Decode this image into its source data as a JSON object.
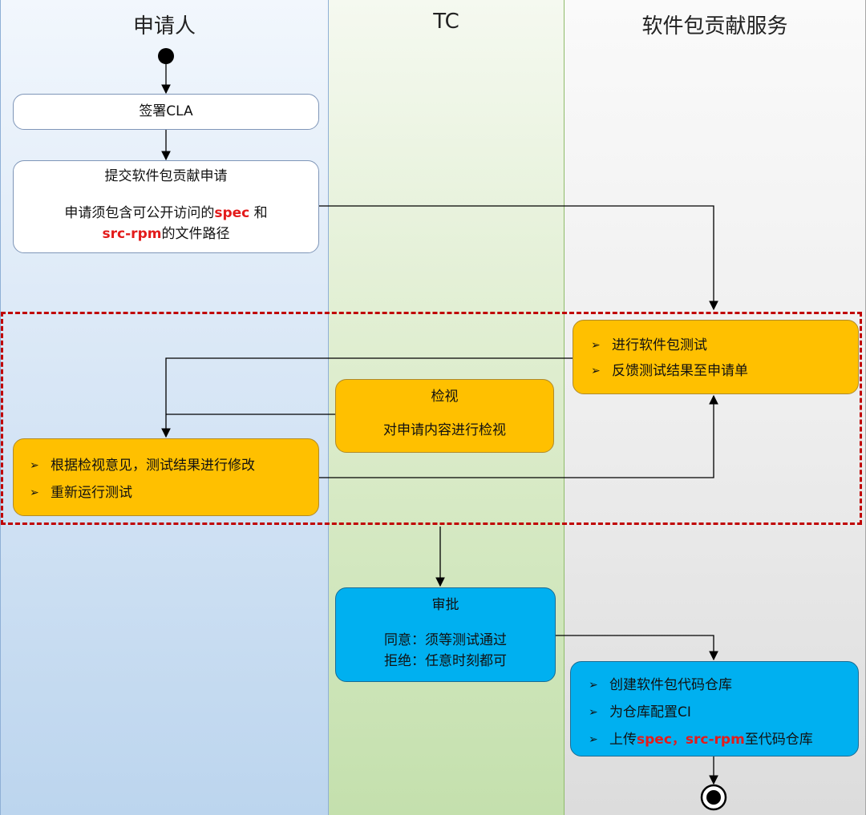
{
  "lanes": {
    "applicant": "申请人",
    "tc": "TC",
    "service": "软件包贡献服务"
  },
  "nodes": {
    "sign_cla": "签署CLA",
    "submit": {
      "title": "提交软件包贡献申请",
      "line1_pre": "申请须包含可公开访问的",
      "spec": "spec",
      "line1_post": " 和",
      "srcrpm": "src-rpm",
      "line2_post": "的文件路径"
    },
    "test": {
      "bullet": "➢",
      "items": [
        "进行软件包测试",
        "反馈测试结果至申请单"
      ]
    },
    "review": {
      "title": "检视",
      "desc": "对申请内容进行检视"
    },
    "modify": {
      "bullet": "➢",
      "items": [
        "根据检视意见，测试结果进行修改",
        "重新运行测试"
      ]
    },
    "approve": {
      "title": "审批",
      "line1": "同意：须等测试通过",
      "line2": "拒绝：任意时刻都可"
    },
    "create": {
      "bullet": "➢",
      "item1": "创建软件包代码仓库",
      "item2": "为仓库配置CI",
      "item3_pre": "上传",
      "spec": "spec",
      "comma": "，",
      "srcrpm": "src-rpm",
      "item3_post": "至代码仓库"
    }
  },
  "colors": {
    "applicant_lane": "#d9e7f6",
    "tc_lane": "#dceccb",
    "service_lane": "#eeeeee",
    "orange_node": "#ffc000",
    "blue_node": "#00b0f0",
    "highlight_red": "#e31b1b",
    "dashed_border": "#c00000"
  }
}
